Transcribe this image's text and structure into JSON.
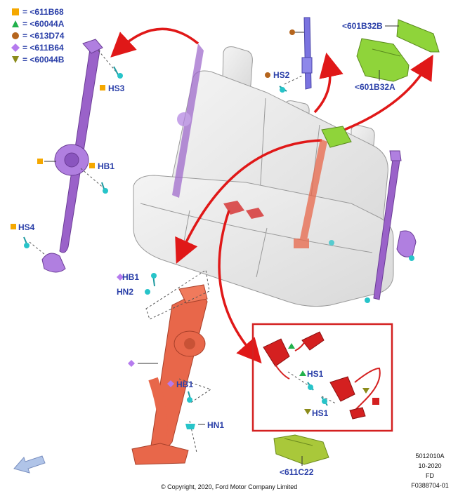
{
  "legend": [
    {
      "symbol": "square",
      "color": "#f5a800",
      "text": "= <611B68"
    },
    {
      "symbol": "triangle",
      "color": "#22b14c",
      "text": "= <60044A"
    },
    {
      "symbol": "circle",
      "color": "#b5651d",
      "text": "= <613D74"
    },
    {
      "symbol": "diamond",
      "color": "#b57bee",
      "text": "= <611B64"
    },
    {
      "symbol": "triangle-down",
      "color": "#8b8b1a",
      "text": "= <60044B"
    }
  ],
  "labels": {
    "hs3": "HS3",
    "hb1_left": "HB1",
    "hs4": "HS4",
    "hs2": "HS2",
    "p601b32b": "<601B32B",
    "p601b32a": "<601B32A",
    "hb1_center": "HB1",
    "hn2": "HN2",
    "hb1_lower": "HB1",
    "hn1": "HN1",
    "hs1_a": "HS1",
    "hs1_b": "HS1",
    "p611c22": "<611C22"
  },
  "colors": {
    "purple_belt": "#9a62c9",
    "red_belt": "#e8674a",
    "buckle_red": "#d42020",
    "green_part": "#8fd43a",
    "arrow_red": "#e01818",
    "fastener": "#27c4c9",
    "label_blue": "#2a3fa8"
  },
  "footer": {
    "copyright": "© Copyright, 2020, Ford Motor Company Limited",
    "ref_code": "5012010A",
    "ref_date": "10-2020",
    "ref_fd": "FD",
    "ref_id": "F0388704-01"
  }
}
